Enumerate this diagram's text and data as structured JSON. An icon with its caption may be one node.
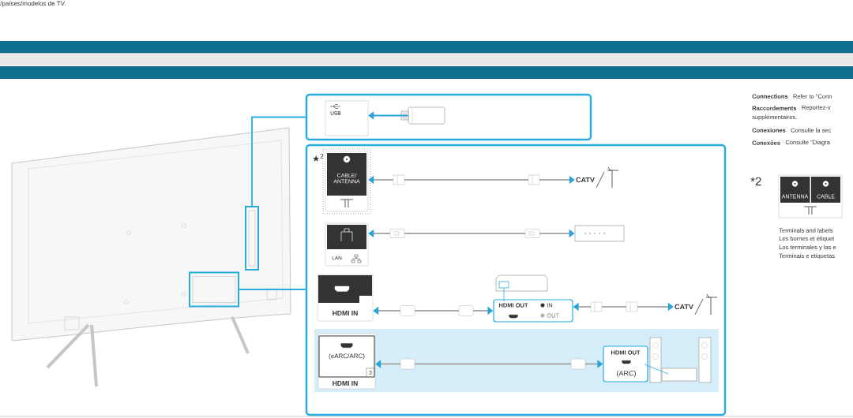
{
  "diagram": {
    "nodes": [
      {
        "text": [],
        "shape": "picture"
      },
      {
        "text": [],
        "shape": "box",
        "in": 0
      },
      {
        "text": [],
        "shape": "box",
        "in": 0
      },
      {
        "text": [],
        "shape": "box"
      },
      {
        "text": [
          "USB"
        ],
        "in": 3
      },
      {
        "text": [],
        "shape": "box",
        "in": 3
      },
      {
        "text": [],
        "shape": "box"
      },
      {
        "text": [
          "CABLE/ ANTENNA"
        ],
        "in": 6
      },
      {
        "text": [
          "CATV"
        ],
        "in": 6
      },
      {
        "text": [
          "LAN"
        ],
        "in": 6
      },
      {
        "text": [],
        "shape": "box",
        "in": 6
      },
      {
        "text": [
          "HDMI IN"
        ],
        "in": 6
      },
      {
        "text": [
          "HDMI OUT",
          "IN",
          "OUT"
        ],
        "in": 6
      },
      {
        "text": [
          "CATV"
        ],
        "in": 6
      },
      {
        "text": [],
        "shape": "box",
        "in": 6
      },
      {
        "text": [
          "(eARC/ARC)",
          "3",
          "HDMI IN"
        ],
        "in": 14
      },
      {
        "text": [
          "HDMI OUT",
          "(ARC)"
        ],
        "in": 14
      },
      {
        "text": [
          "ANTENNA",
          "CABLE"
        ]
      }
    ],
    "edges": [
      {
        "from": 1,
        "to": 3,
        "arrow": "none",
        "color": "#29abe2"
      },
      {
        "from": 2,
        "to": 6,
        "arrow": "none",
        "color": "#29abe2"
      },
      {
        "from": 5,
        "to": 4,
        "arrow": "to",
        "color": "#2ba3d8"
      },
      {
        "from": 7,
        "to": 8,
        "arrow": "both"
      },
      {
        "from": 9,
        "to": 10,
        "arrow": "both"
      },
      {
        "from": 11,
        "to": 12,
        "arrow": "both"
      },
      {
        "from": 12,
        "to": 13,
        "arrow": "both"
      },
      {
        "from": 15,
        "to": 16,
        "arrow": "both"
      }
    ],
    "labels": [
      "/países/modelos de TV.",
      "★$^{2}$",
      "Connections",
      "Refer to \"Conn",
      "Raccordements",
      "Reportez-v",
      "supplémentaires.",
      "Conexiones",
      "Consulte la sec",
      "Conexões",
      "Consulte \"Diagra",
      "*2",
      "Terminals and labels",
      "Les bornes et étiquet",
      "Los terminales y las e",
      "Terminais e etiquetas"
    ]
  }
}
